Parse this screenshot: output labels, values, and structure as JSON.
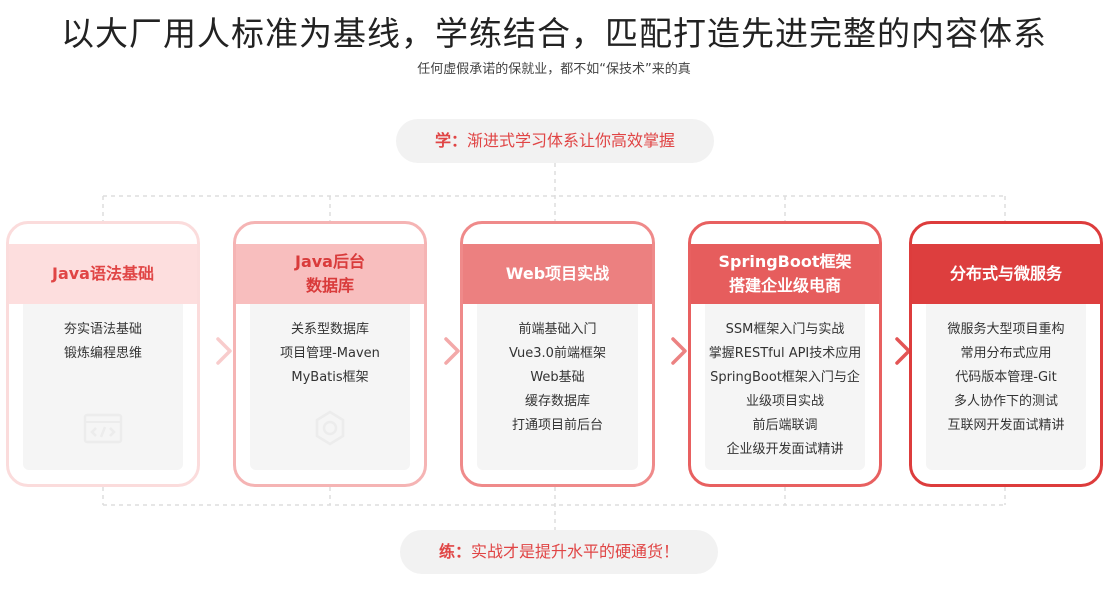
{
  "header": {
    "title": "以大厂用人标准为基线，学练结合，匹配打造先进完整的内容体系",
    "subtitle": "任何虚假承诺的保就业，都不如“保技术”来的真"
  },
  "learn": {
    "prefix": "学：",
    "text": "渐进式学习体系让你高效掌握"
  },
  "practice": {
    "prefix": "练：",
    "text": "实战才是提升水平的硬通货！"
  },
  "cards": [
    {
      "title_lines": [
        "Java语法基础"
      ],
      "items": [
        "夯实语法基础",
        "锻炼编程思维"
      ],
      "icon": "code-window-icon"
    },
    {
      "title_lines": [
        "Java后台",
        "数据库"
      ],
      "items": [
        "关系型数据库",
        "项目管理-Maven",
        "MyBatis框架"
      ],
      "icon": "gear-icon"
    },
    {
      "title_lines": [
        "Web项目实战"
      ],
      "items": [
        "前端基础入门",
        "Vue3.0前端框架",
        "Web基础",
        "缓存数据库",
        "打通项目前后台"
      ]
    },
    {
      "title_lines": [
        "SpringBoot框架",
        "搭建企业级电商"
      ],
      "items": [
        "SSM框架入门与实战",
        "掌握RESTful API技术应用",
        "SpringBoot框架入门与企",
        "业级项目实战",
        "前后端联调",
        "企业级开发面试精讲"
      ]
    },
    {
      "title_lines": [
        "分布式与微服务"
      ],
      "items": [
        "微服务大型项目重构",
        "常用分布式应用",
        "代码版本管理-Git",
        "多人协作下的测试",
        "互联网开发面试精讲"
      ]
    }
  ],
  "colors": {
    "accent": "#e04545",
    "card1": "#fbdcdc",
    "card2": "#f5b4b4",
    "card3": "#ef8a8a",
    "card4": "#e86060",
    "card5": "#dd3c3c"
  }
}
